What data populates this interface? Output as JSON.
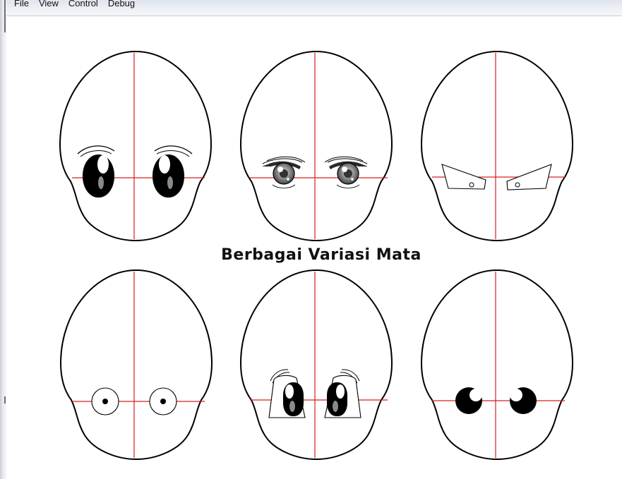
{
  "menubar": {
    "items": [
      {
        "label": "File"
      },
      {
        "label": "View"
      },
      {
        "label": "Control"
      },
      {
        "label": "Debug"
      }
    ]
  },
  "canvas": {
    "title": "Berbagai Variasi Mata",
    "colors": {
      "guide": "#d42020",
      "outline": "#000000",
      "fill": "#ffffff",
      "iris_gray": "#7a7a7a"
    },
    "heads": [
      {
        "eye_style": "large-black-anime-eyes"
      },
      {
        "eye_style": "gray-iris-eyes-with-brows"
      },
      {
        "eye_style": "angular-narrow-eyes"
      },
      {
        "eye_style": "small-dot-circle-eyes"
      },
      {
        "eye_style": "tall-outlined-anime-eyes"
      },
      {
        "eye_style": "round-black-eyes"
      }
    ]
  }
}
